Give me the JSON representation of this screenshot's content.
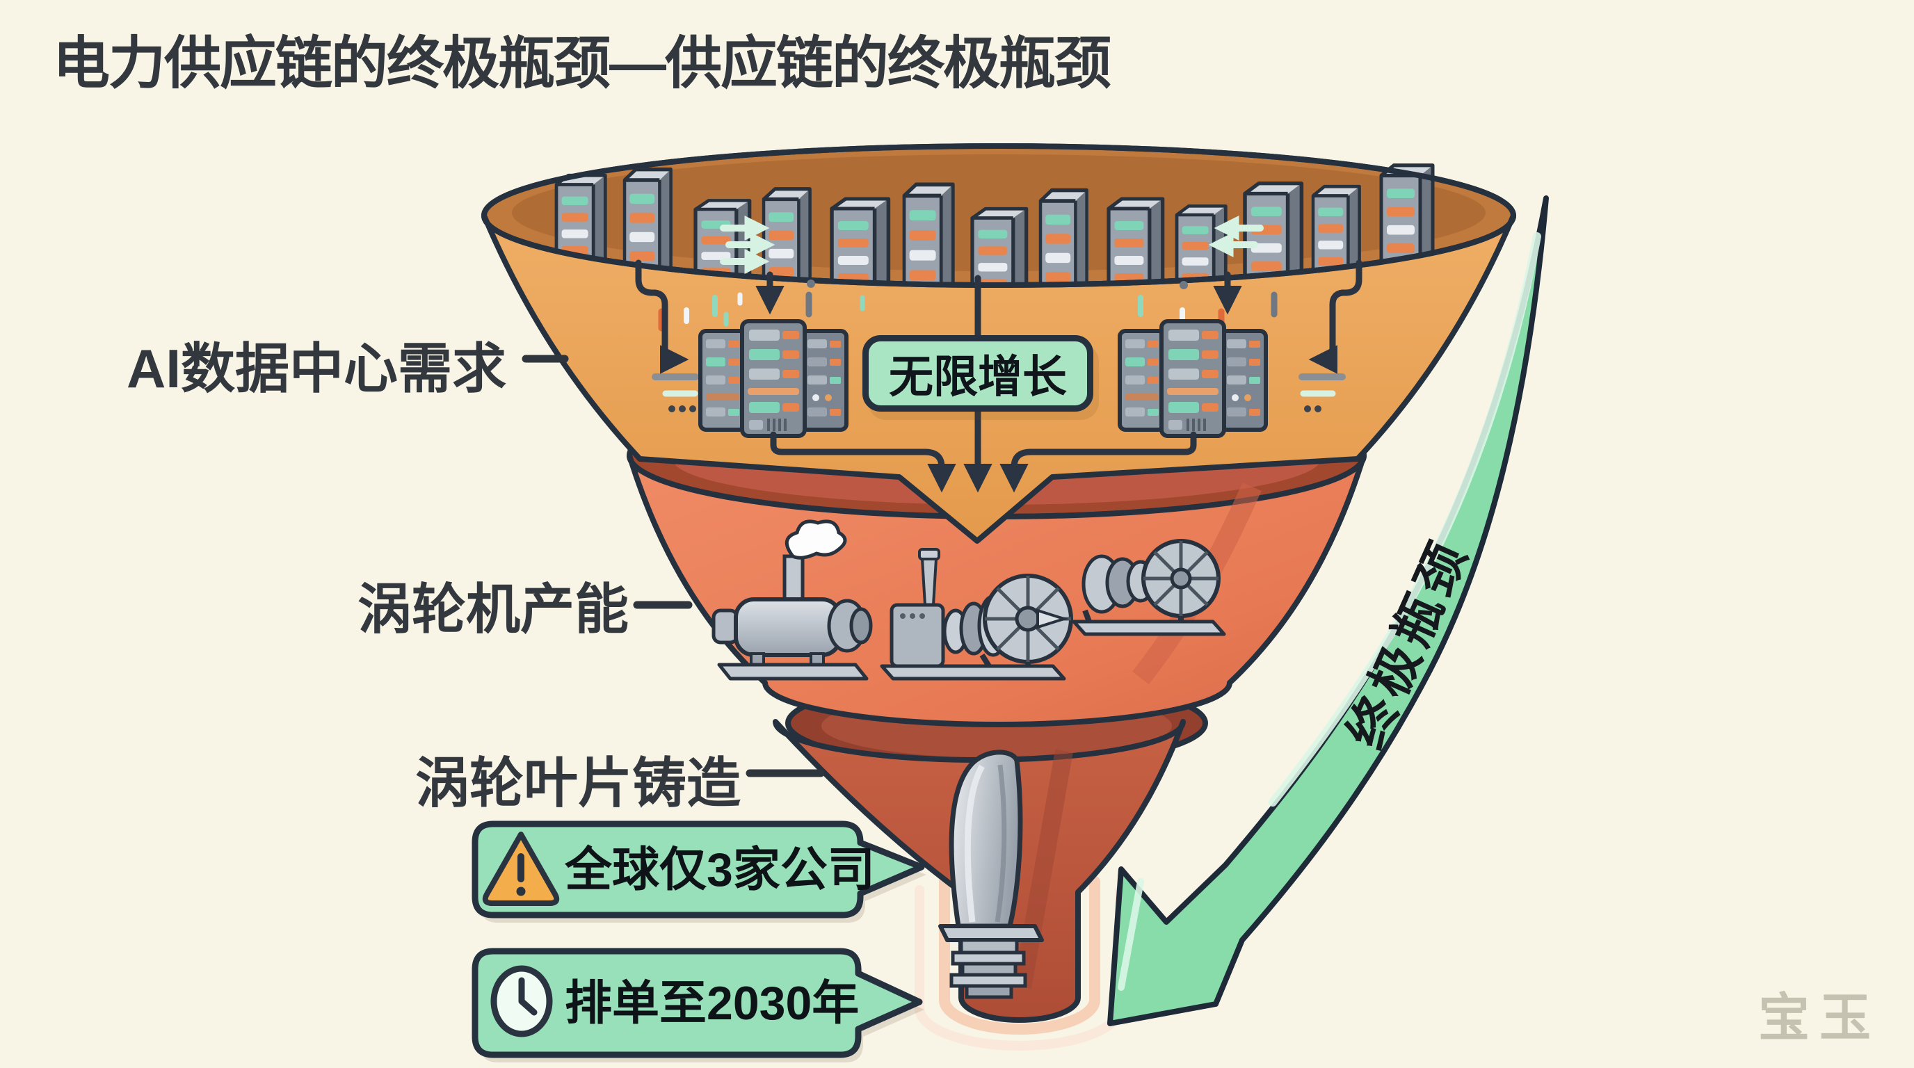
{
  "title": "电力供应链的终极瓶颈—供应链的终极瓶颈",
  "funnel": {
    "stage1": {
      "label": "AI数据中心需求",
      "badge": "无限增长"
    },
    "stage2": {
      "label": "涡轮机产能"
    },
    "stage3": {
      "label": "涡轮叶片铸造"
    }
  },
  "callouts": {
    "companies": "全球仅3家公司",
    "orders": "排单至2030年"
  },
  "arrow_label": "终极瓶颈",
  "watermark": "宝玉",
  "colors": {
    "background": "#F8F4E6",
    "outline": "#26313F",
    "stage1_orange": "#ECA75D",
    "stage2_salmon": "#EC8663",
    "stage3_terracotta": "#C45F43",
    "mint": "#98E0BA",
    "arrow_green": "#88DCA9",
    "warning_orange": "#F4AD4B"
  }
}
